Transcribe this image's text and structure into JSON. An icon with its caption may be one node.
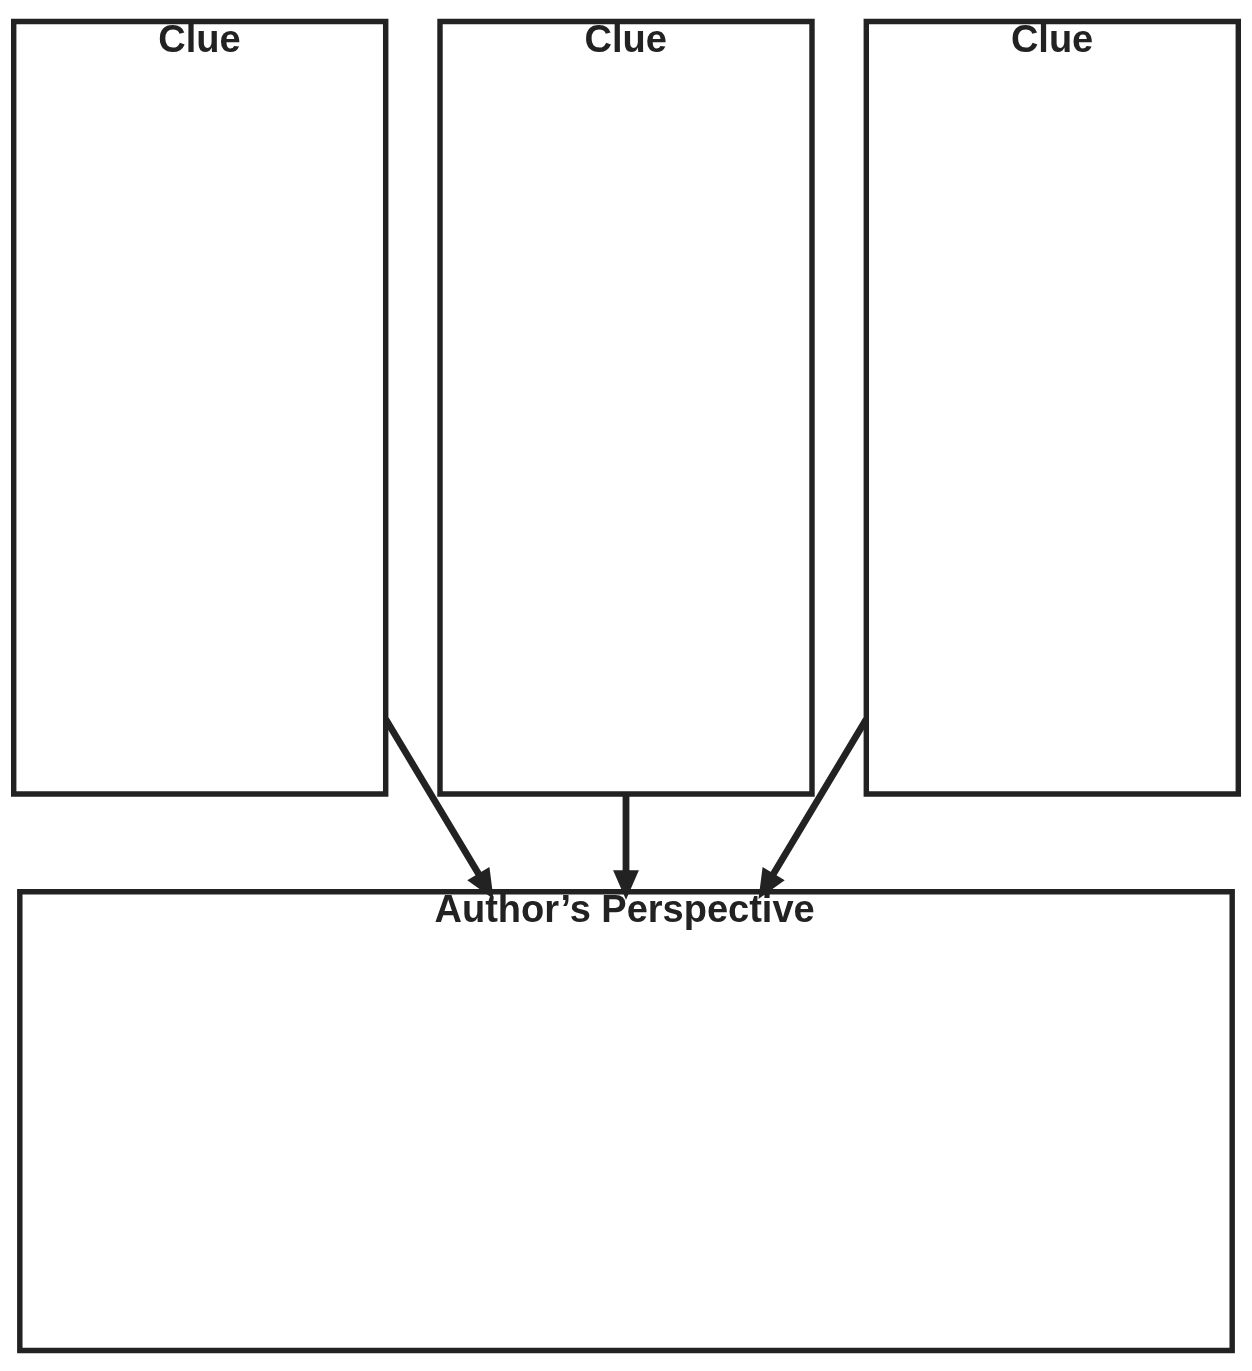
{
  "diagram": {
    "nodes": [
      {
        "text": [
          "Clue"
        ]
      },
      {
        "text": [
          "Clue"
        ]
      },
      {
        "text": [
          "Clue"
        ]
      },
      {
        "text": [
          "Author’s Perspective"
        ]
      }
    ],
    "edges": [
      {
        "from": 0,
        "to": 3,
        "arrow": "to"
      },
      {
        "from": 1,
        "to": 3,
        "arrow": "to"
      },
      {
        "from": 2,
        "to": 3,
        "arrow": "to"
      }
    ]
  }
}
